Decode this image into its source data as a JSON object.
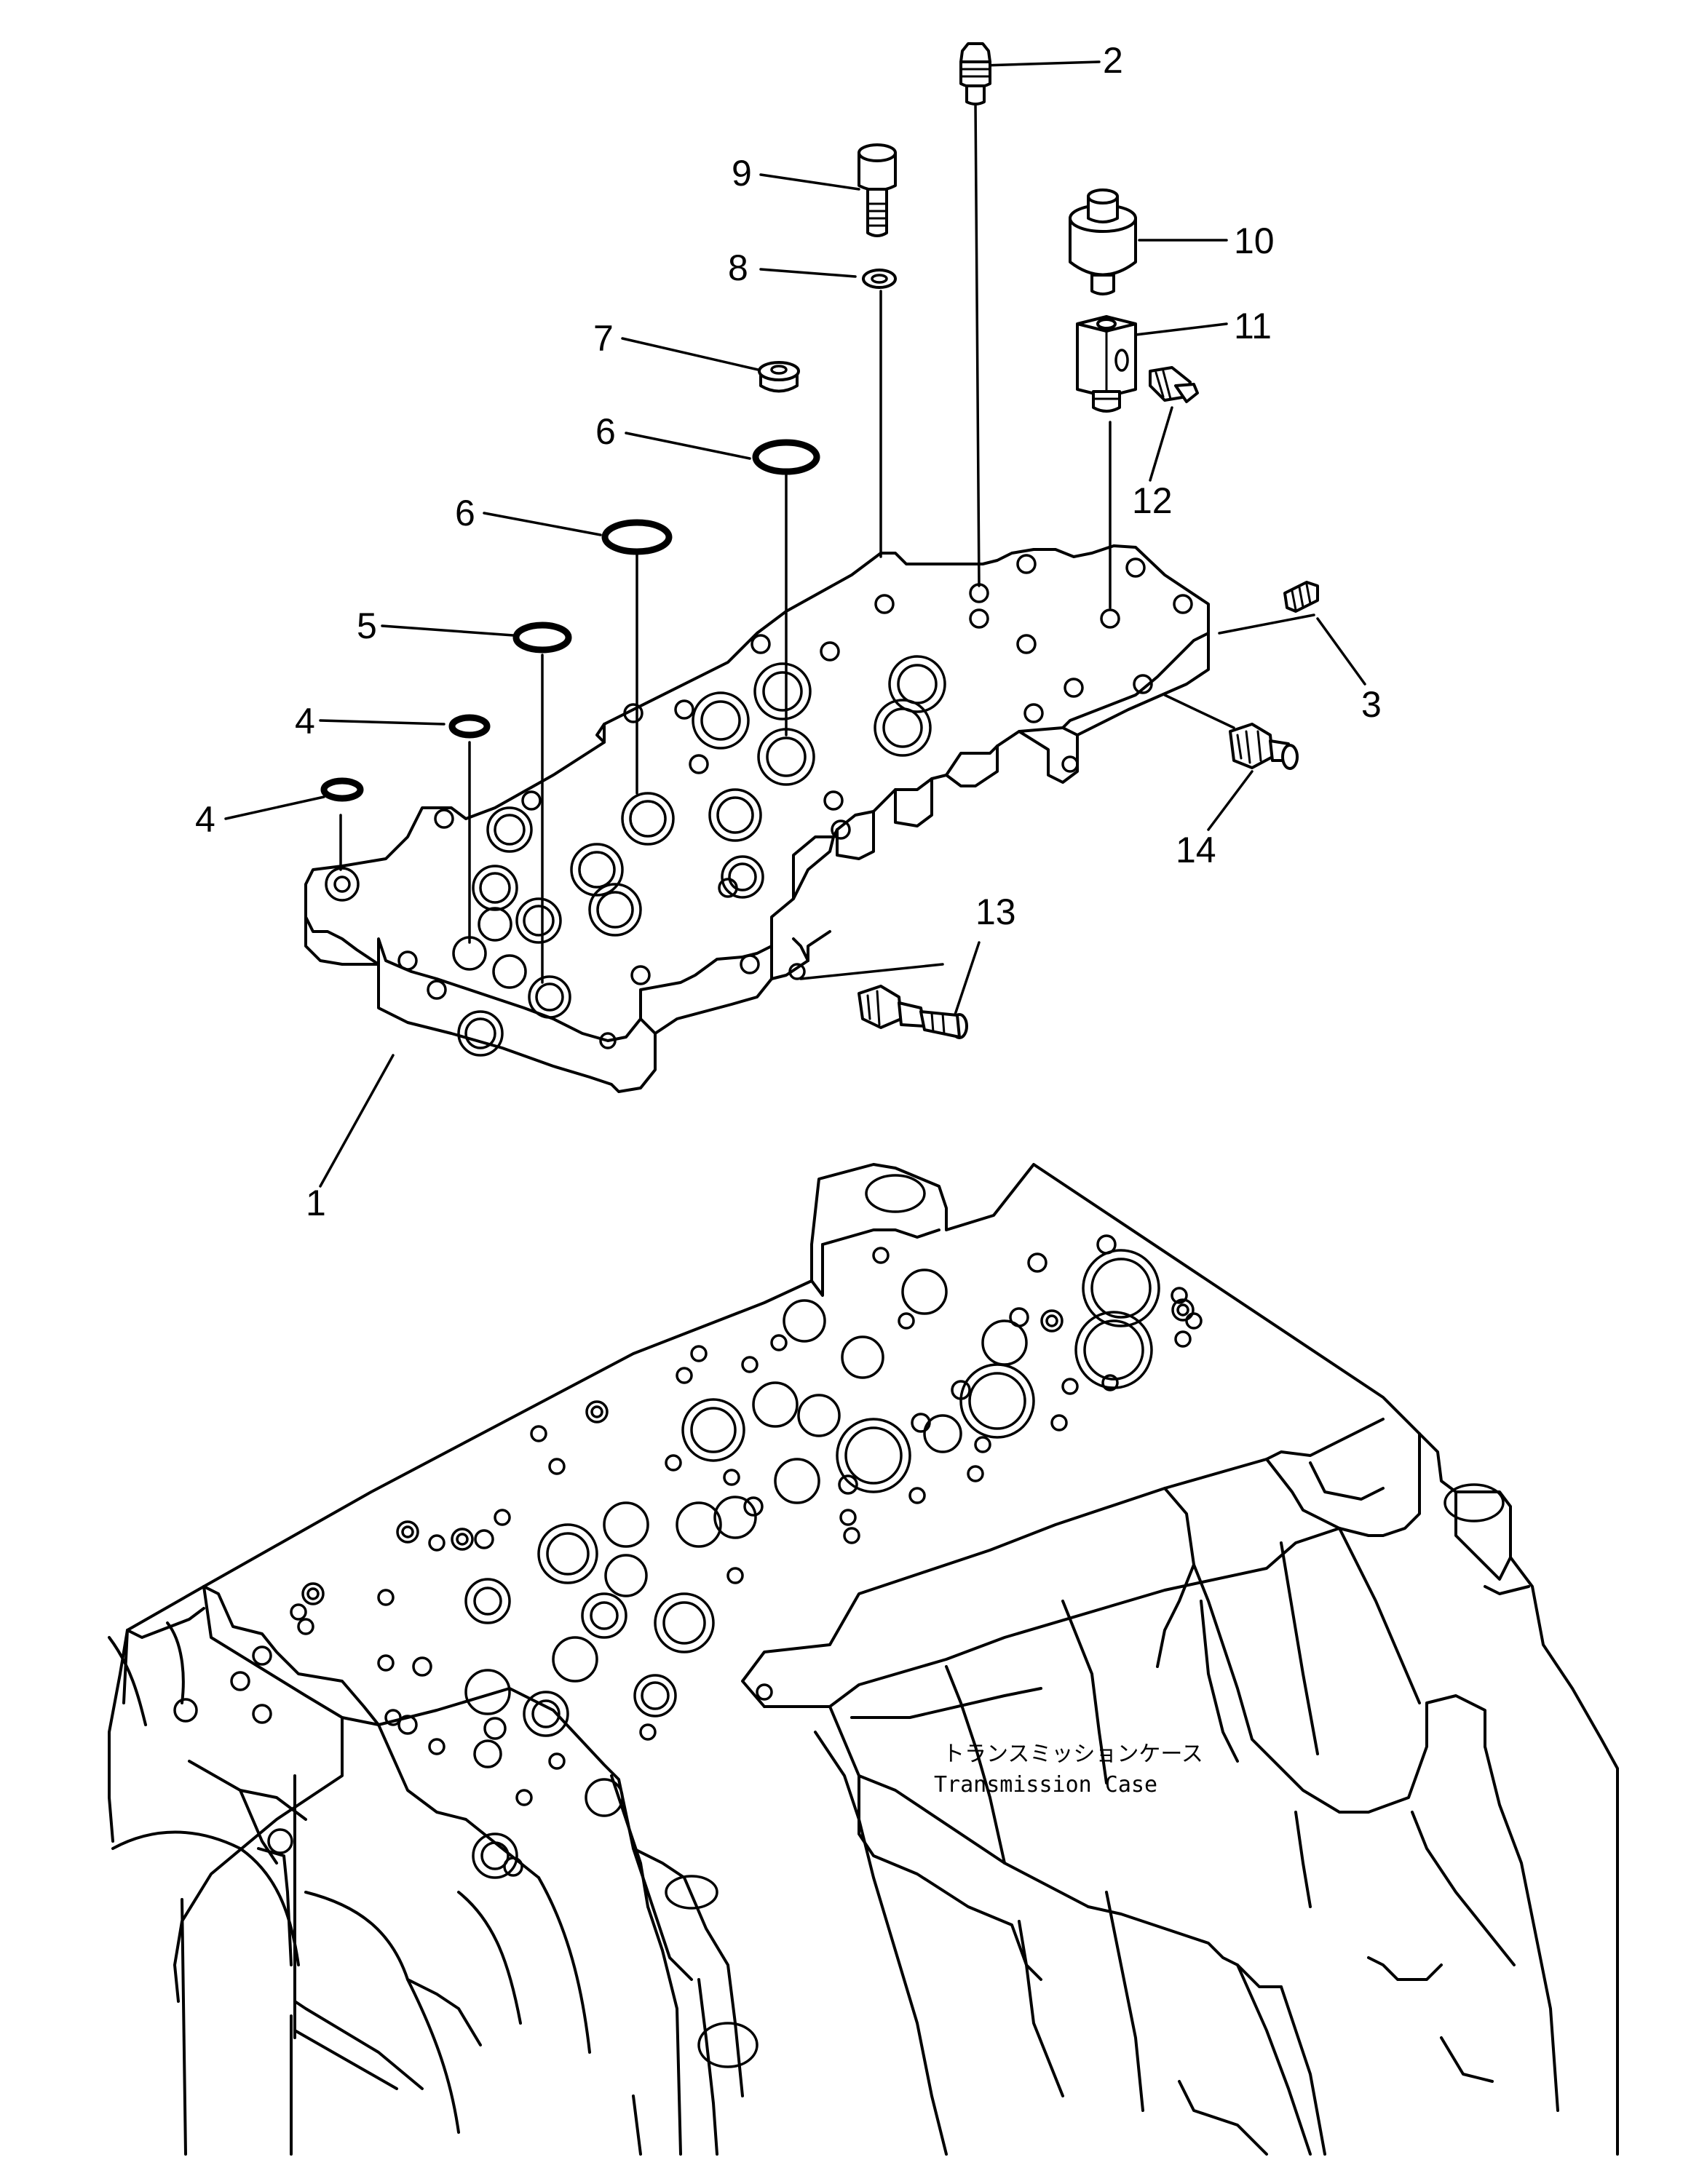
{
  "callouts": {
    "c1": "1",
    "c2": "2",
    "c3": "3",
    "c4a": "4",
    "c4b": "4",
    "c5": "5",
    "c6a": "6",
    "c6b": "6",
    "c7": "7",
    "c8": "8",
    "c9": "9",
    "c10": "10",
    "c11": "11",
    "c12": "12",
    "c13": "13",
    "c14": "14"
  },
  "case_label": {
    "japanese": "トランスミッションケース",
    "english": "Transmission Case"
  }
}
